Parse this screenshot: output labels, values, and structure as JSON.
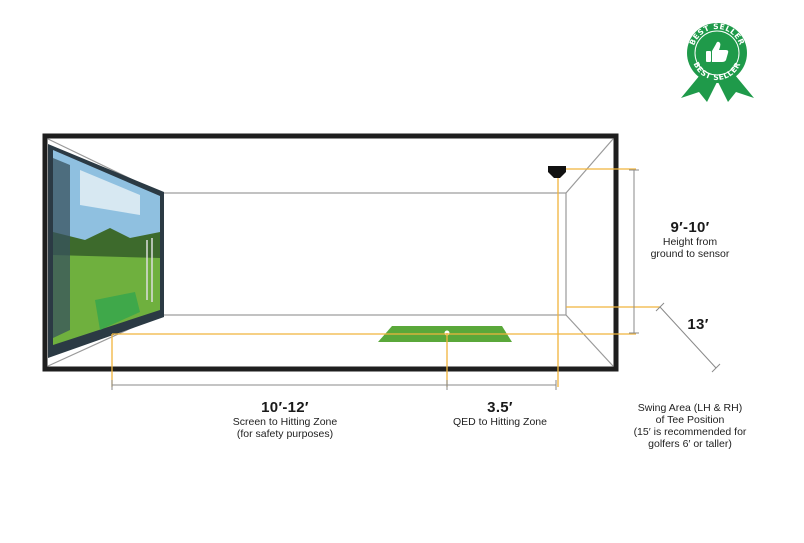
{
  "badge": {
    "text_top": "BEST SELLER",
    "text_bottom": "BEST SELLER",
    "color": "#1f9a4a",
    "icon": "thumbs-up-icon"
  },
  "colors": {
    "room_outline": "#1e1e1e",
    "dimension_line": "#f0b43c",
    "guide_line": "#9a9a9a",
    "hitting_mat": "#5aa83a"
  },
  "dimensions": {
    "height": {
      "value": "9′-10′",
      "desc_1": "Height from",
      "desc_2": "ground to sensor"
    },
    "swing_width": {
      "value": "13′"
    },
    "screen_to_zone": {
      "value": "10′-12′",
      "desc_1": "Screen to Hitting Zone",
      "desc_2": "(for safety purposes)"
    },
    "qed_to_zone": {
      "value": "3.5′",
      "desc_1": "QED to Hitting Zone"
    },
    "swing_area": {
      "desc_1": "Swing Area (LH & RH)",
      "desc_2": "of Tee Position",
      "desc_3": "(15′ is recommended for",
      "desc_4": "golfers 6′ or taller)"
    }
  }
}
